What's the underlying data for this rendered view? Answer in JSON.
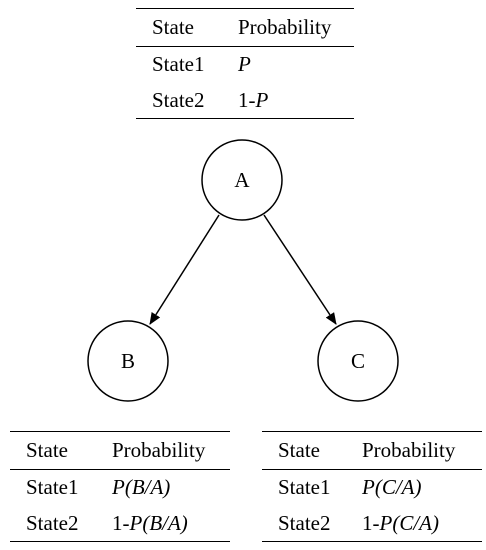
{
  "table_a": {
    "headers": [
      "State",
      "Probability"
    ],
    "rows": [
      {
        "state": "State1",
        "prob_prefix": "",
        "prob_expr": "P"
      },
      {
        "state": "State2",
        "prob_prefix": "1-",
        "prob_expr": "P"
      }
    ]
  },
  "table_b": {
    "headers": [
      "State",
      "Probability"
    ],
    "rows": [
      {
        "state": "State1",
        "prob_prefix": "",
        "prob_expr": "P(B/A)"
      },
      {
        "state": "State2",
        "prob_prefix": "1-",
        "prob_expr": "P(B/A)"
      }
    ]
  },
  "table_c": {
    "headers": [
      "State",
      "Probability"
    ],
    "rows": [
      {
        "state": "State1",
        "prob_prefix": "",
        "prob_expr": "P(C/A)"
      },
      {
        "state": "State2",
        "prob_prefix": "1-",
        "prob_expr": "P(C/A)"
      }
    ]
  },
  "nodes": {
    "a": "A",
    "b": "B",
    "c": "C"
  }
}
